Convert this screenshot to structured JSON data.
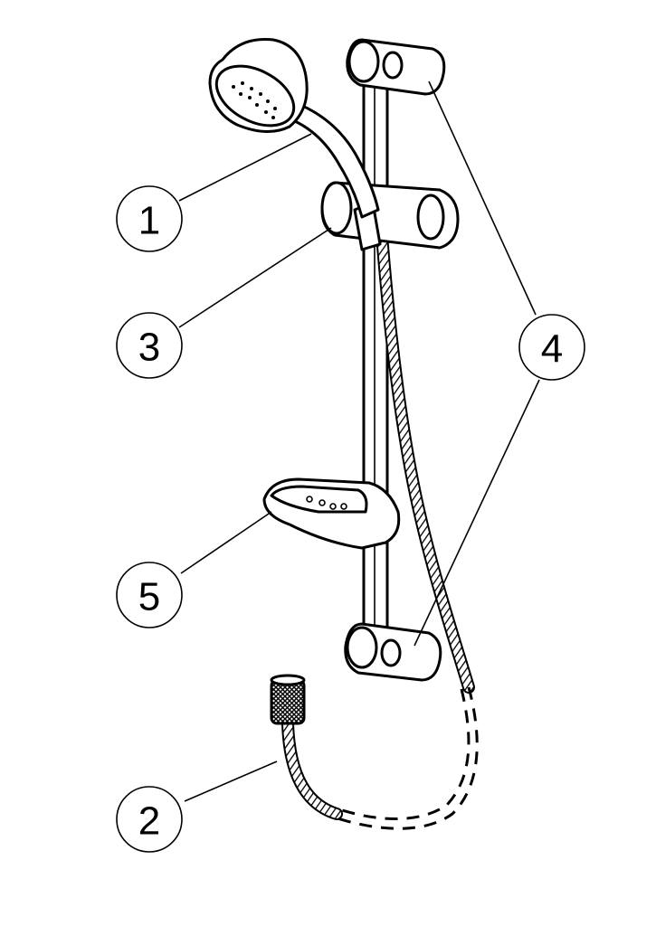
{
  "callouts": [
    {
      "id": "1",
      "label": "1"
    },
    {
      "id": "3",
      "label": "3"
    },
    {
      "id": "4",
      "label": "4"
    },
    {
      "id": "5",
      "label": "5"
    },
    {
      "id": "2",
      "label": "2"
    }
  ],
  "colors": {
    "line": "#000000",
    "background": "#ffffff"
  }
}
